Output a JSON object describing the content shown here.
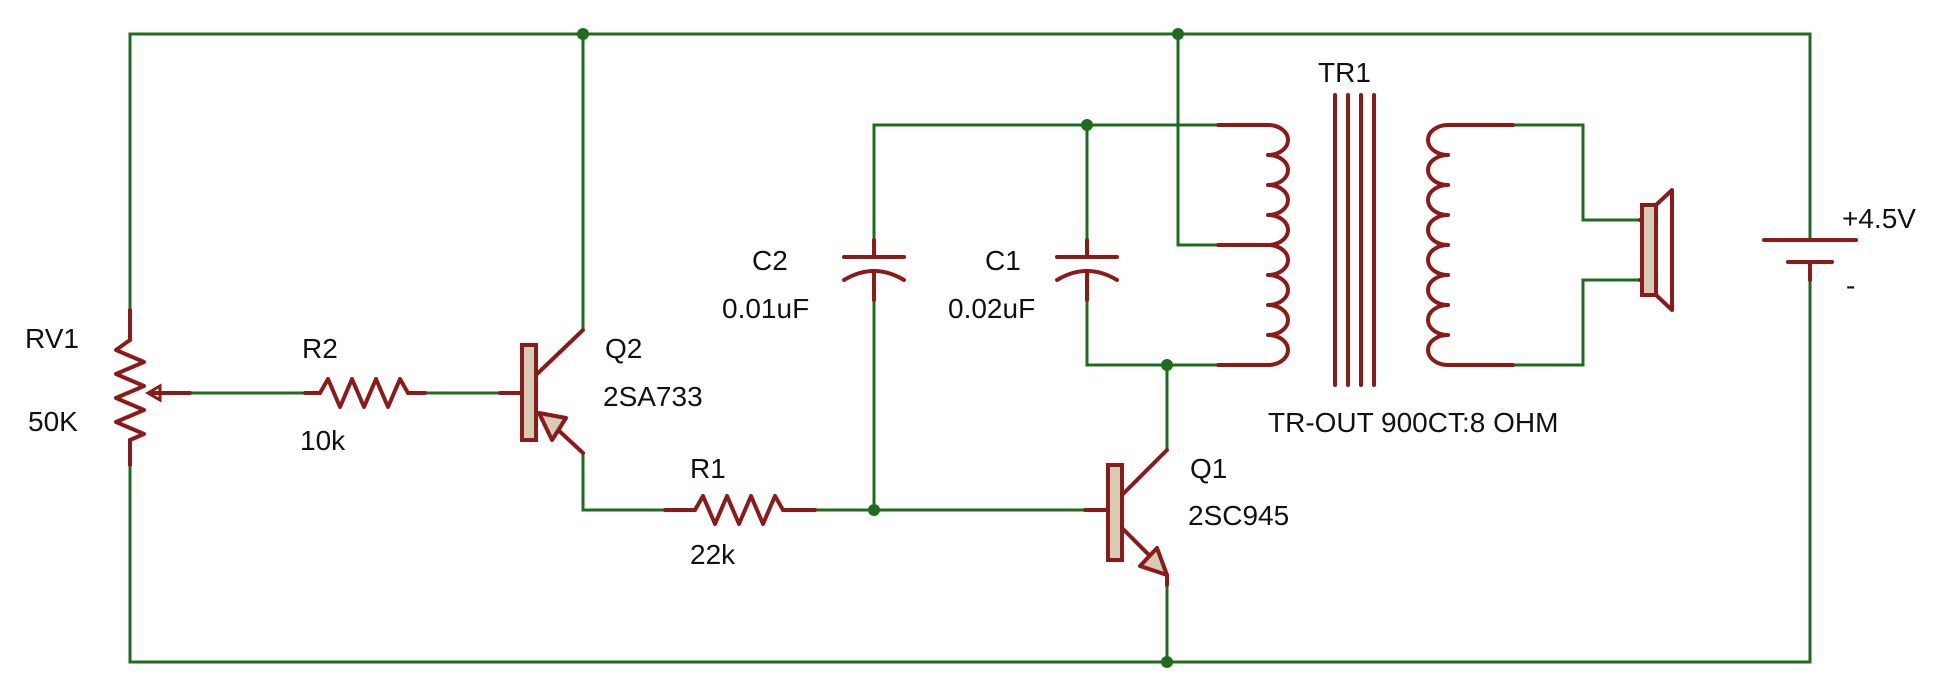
{
  "components": {
    "rv1": {
      "ref": "RV1",
      "value": "50K"
    },
    "r2": {
      "ref": "R2",
      "value": "10k"
    },
    "r1": {
      "ref": "R1",
      "value": "22k"
    },
    "q2": {
      "ref": "Q2",
      "value": "2SA733"
    },
    "q1": {
      "ref": "Q1",
      "value": "2SC945"
    },
    "c2": {
      "ref": "C2",
      "value": "0.01uF"
    },
    "c1": {
      "ref": "C1",
      "value": "0.02uF"
    },
    "tr1": {
      "ref": "TR1",
      "value": "TR-OUT 900CT:8 OHM"
    },
    "battery": {
      "plus": "+4.5V",
      "minus": "-"
    }
  },
  "colors": {
    "wire": "#1f6b1f",
    "component": "#8b1a1a",
    "transistor_fill": "#d6cbb4",
    "text": "#111111"
  }
}
